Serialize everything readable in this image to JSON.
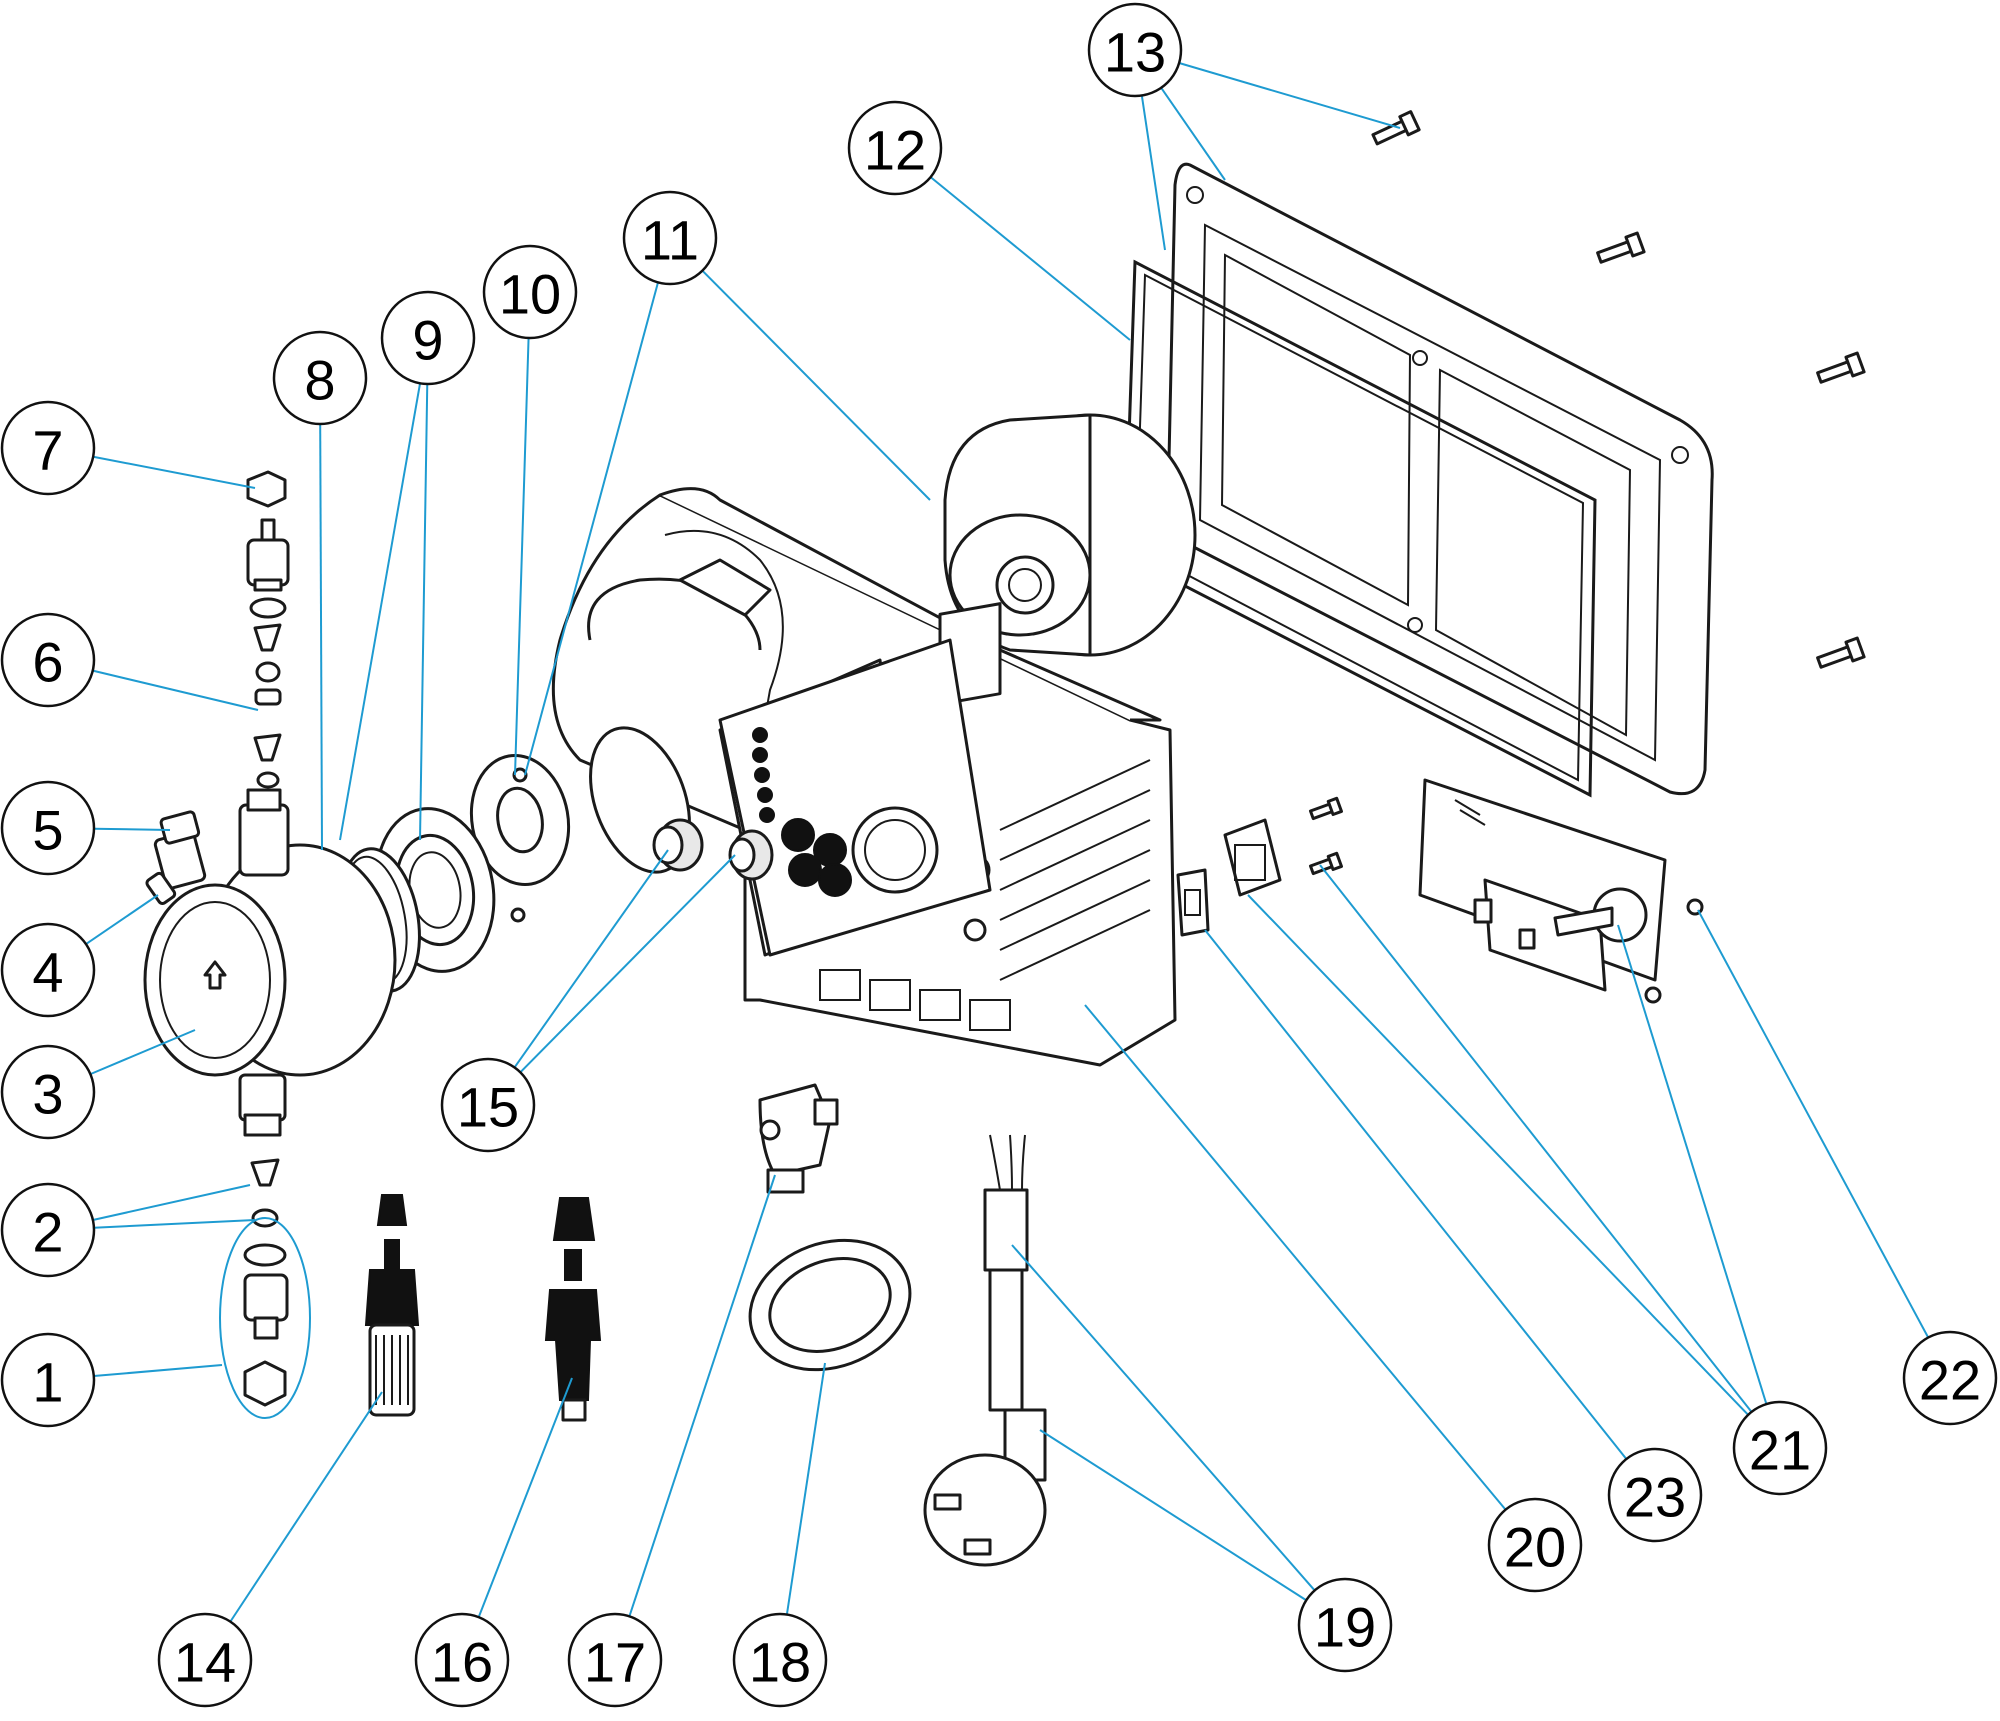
{
  "colors": {
    "leader": "#1e9bd1",
    "outline": "#1a1a1a",
    "background": "#ffffff"
  },
  "callouts": [
    {
      "id": "1",
      "label": "1"
    },
    {
      "id": "2",
      "label": "2"
    },
    {
      "id": "3",
      "label": "3"
    },
    {
      "id": "4",
      "label": "4"
    },
    {
      "id": "5",
      "label": "5"
    },
    {
      "id": "6",
      "label": "6"
    },
    {
      "id": "7",
      "label": "7"
    },
    {
      "id": "8",
      "label": "8"
    },
    {
      "id": "9",
      "label": "9"
    },
    {
      "id": "10",
      "label": "10"
    },
    {
      "id": "11",
      "label": "11"
    },
    {
      "id": "12",
      "label": "12"
    },
    {
      "id": "13",
      "label": "13"
    },
    {
      "id": "14",
      "label": "14"
    },
    {
      "id": "15",
      "label": "15"
    },
    {
      "id": "16",
      "label": "16"
    },
    {
      "id": "17",
      "label": "17"
    },
    {
      "id": "18",
      "label": "18"
    },
    {
      "id": "19",
      "label": "19"
    },
    {
      "id": "20",
      "label": "20"
    },
    {
      "id": "21",
      "label": "21"
    },
    {
      "id": "22",
      "label": "22"
    },
    {
      "id": "23",
      "label": "23"
    }
  ]
}
